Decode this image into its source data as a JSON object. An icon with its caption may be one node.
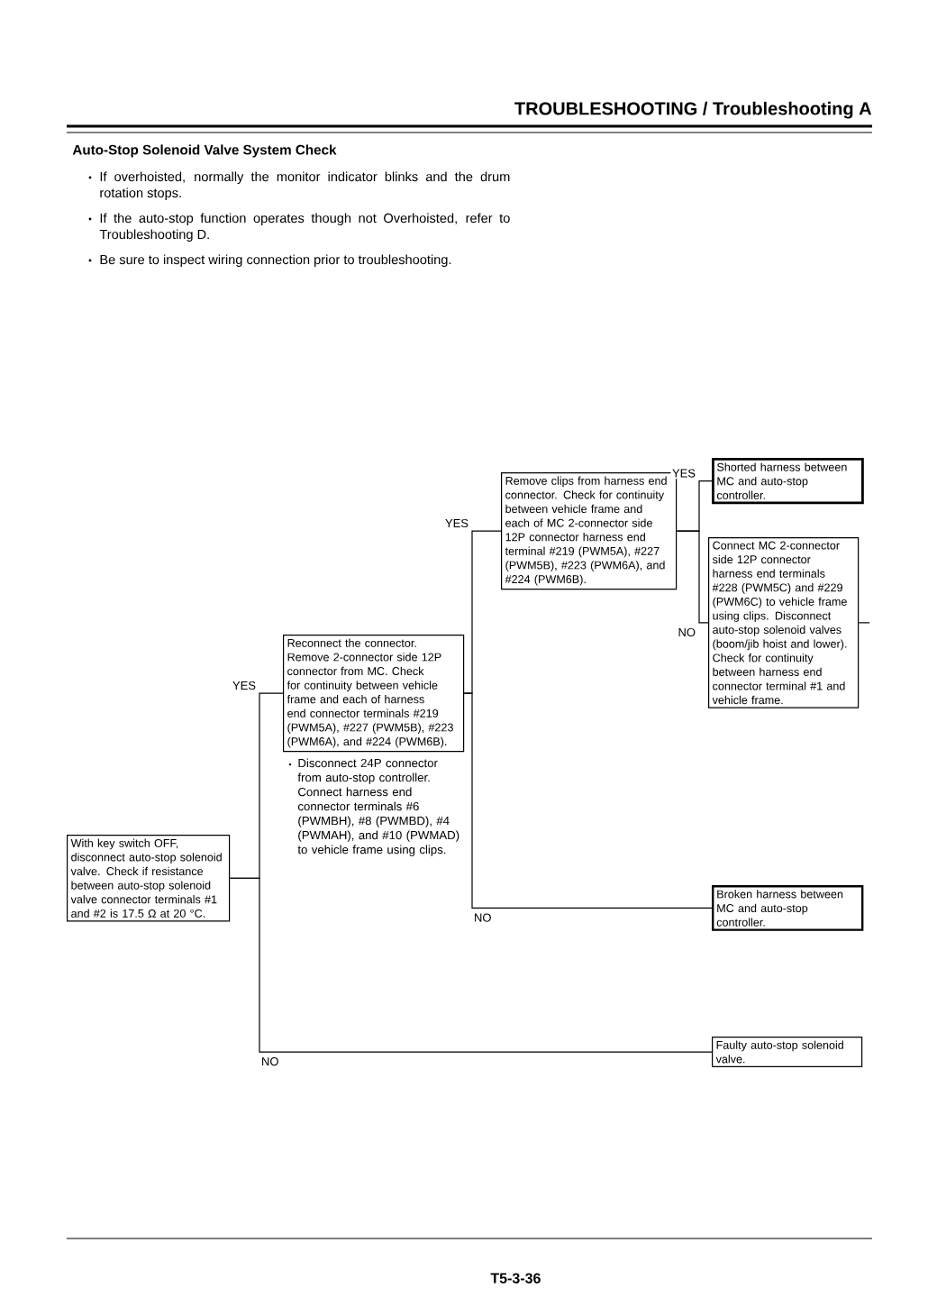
{
  "diagram": {
    "title": "TROUBLESHOOTING / Troubleshooting A",
    "nodes": [
      {
        "text": [
          "With key switch OFF, disconnect auto-stop solenoid valve. Check if resistance between auto-stop solenoid valve connector terminals #1 and #2 is 17.5 Ω at 20 °C."
        ]
      },
      {
        "text": [
          "Reconnect the connector. Remove 2-connector side 12P connector from MC. Check for continuity between vehicle frame and each of harness end connector terminals #219 (PWM5A), #227 (PWM5B), #223 (PWM6A), and #224 (PWM6B)."
        ],
        "beside": [
          "Disconnect 24P connector from auto-stop controller. Connect harness end connector terminals #6 (PWMBH), #8 (PWMBD), #4 (PWMAH), and #10 (PWMAD) to vehicle frame using clips."
        ]
      },
      {
        "text": [
          "Remove clips from harness end connector. Check for continuity between vehicle frame and each of MC 2-connector side 12P connector harness end terminal #219 (PWM5A), #227 (PWM5B), #223 (PWM6A), and #224 (PWM6B)."
        ]
      },
      {
        "text": [
          "Shorted harness between MC and auto-stop controller."
        ]
      },
      {
        "text": [
          "Connect MC 2-connector side 12P connector harness end terminals #228 (PWM5C) and #229 (PWM6C) to vehicle frame using clips. Disconnect auto-stop solenoid valves (boom/jib hoist and lower). Check for continuity between harness end connector terminal #1 and vehicle frame."
        ]
      },
      {
        "text": [
          "Broken harness between MC and auto-stop controller."
        ]
      },
      {
        "text": [
          "Faulty auto-stop solenoid valve."
        ]
      }
    ],
    "edges": [
      {
        "from": 0,
        "to": 1,
        "arrow": "none",
        "label": "YES"
      },
      {
        "from": 0,
        "to": 6,
        "arrow": "none",
        "label": "NO"
      },
      {
        "from": 1,
        "to": 2,
        "arrow": "none",
        "label": "YES"
      },
      {
        "from": 1,
        "to": 5,
        "arrow": "none",
        "label": "NO"
      },
      {
        "from": 2,
        "to": 3,
        "arrow": "none",
        "label": "YES"
      },
      {
        "from": 2,
        "to": 4,
        "arrow": "none",
        "label": "NO"
      },
      {
        "from": 4,
        "to": null,
        "arrow": "none"
      }
    ],
    "labels": [
      "Auto-Stop Solenoid Valve System Check",
      "If overhoisted, normally the monitor indicator blinks and the drum rotation stops.",
      "If the auto-stop function operates though not Overhoisted, refer to Troubleshooting D.",
      "Be sure to inspect wiring connection prior to troubleshooting.",
      "T5-3-36"
    ]
  }
}
